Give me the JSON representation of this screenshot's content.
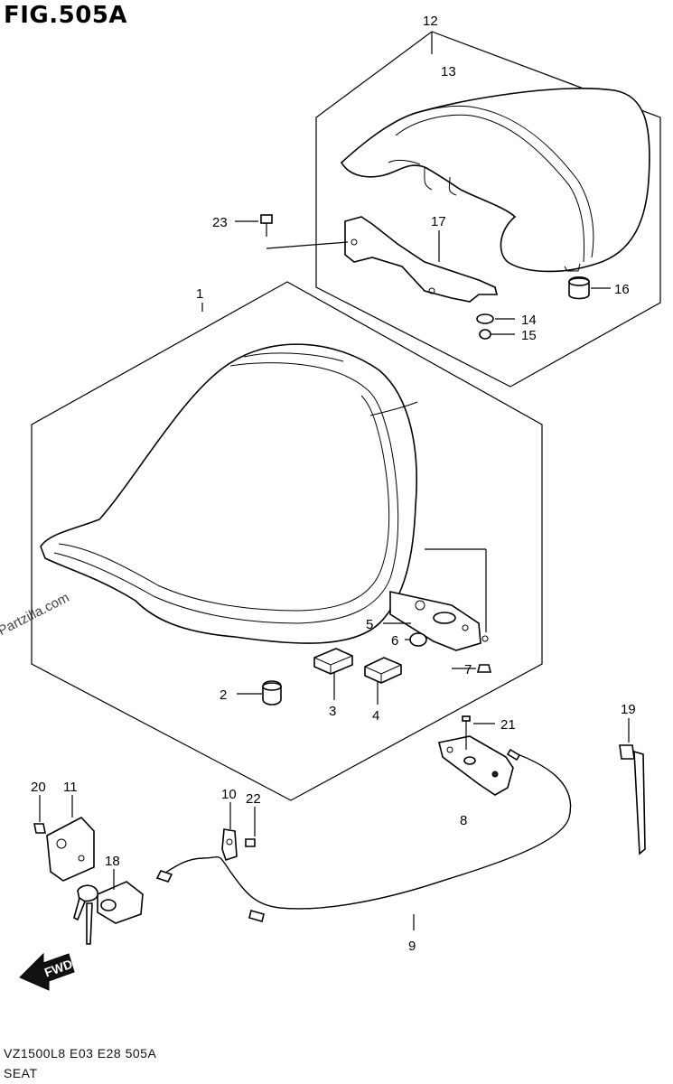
{
  "figure": {
    "title": "FIG.505A",
    "model_code": "VZ1500L8  E03  E28  505A",
    "section": "SEAT",
    "watermark": "© Partzilla.com"
  },
  "callouts": [
    "1",
    "2",
    "3",
    "4",
    "5",
    "6",
    "7",
    "8",
    "9",
    "10",
    "11",
    "12",
    "13",
    "14",
    "15",
    "16",
    "17",
    "18",
    "19",
    "20",
    "21",
    "22",
    "23"
  ],
  "fwd_label": "FWD"
}
